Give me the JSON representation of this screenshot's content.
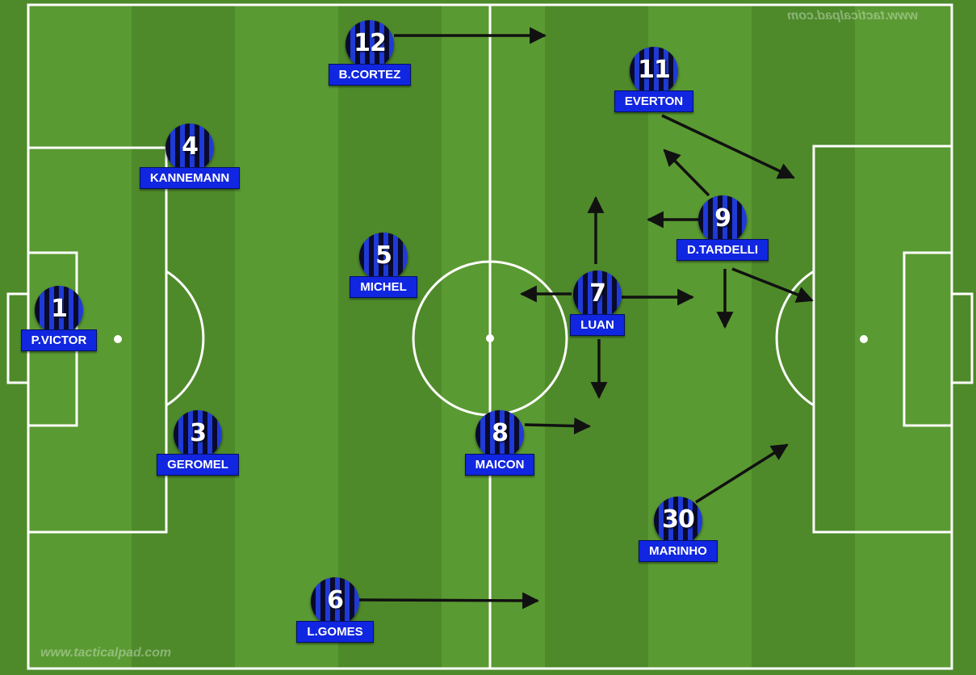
{
  "watermark": {
    "top": "www.tacticalpad.com",
    "bottom": "www.tacticalpad.com"
  },
  "players": [
    {
      "number": "1",
      "name": "P.VICTOR"
    },
    {
      "number": "4",
      "name": "KANNEMANN"
    },
    {
      "number": "3",
      "name": "GEROMEL"
    },
    {
      "number": "12",
      "name": "B.CORTEZ"
    },
    {
      "number": "5",
      "name": "MICHEL"
    },
    {
      "number": "6",
      "name": "L.GOMES"
    },
    {
      "number": "8",
      "name": "MAICON"
    },
    {
      "number": "7",
      "name": "LUAN"
    },
    {
      "number": "11",
      "name": "EVERTON"
    },
    {
      "number": "9",
      "name": "D.TARDELLI"
    },
    {
      "number": "30",
      "name": "MARINHO"
    }
  ],
  "colors": {
    "kit_dark": "#0a0a2c",
    "kit_blue": "#1f3ad6",
    "label": "#1126e0",
    "arrow": "#111111",
    "lines": "#ffffff"
  }
}
